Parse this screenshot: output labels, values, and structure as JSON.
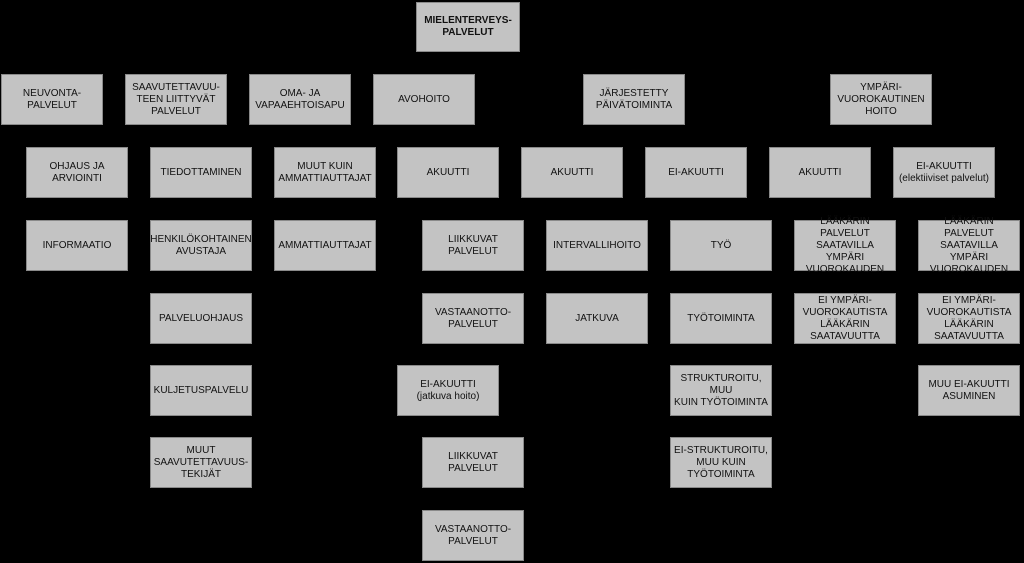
{
  "root": {
    "label": "MIELENTERVEYS-\nPALVELUT"
  },
  "nodes": {
    "neuvonta": "NEUVONTA-\nPALVELUT",
    "saavutettavuus": "SAAVUTETTAVUU-\nTEEN LIITTYVÄT\nPALVELUT",
    "oma_apu": "OMA- JA\nVAPAAEHTOISAPU",
    "avohoito": "AVOHOITO",
    "paivatoiminta": "JÄRJESTETTY\nPÄIVÄTOIMINTA",
    "ymparivuorokautinen": "YMPÄRI-\nVUOROKAUTINEN\nHOITO",
    "ohjaus": "OHJAUS JA ARVIOINTI",
    "informaatio": "INFORMAATIO",
    "tiedottaminen": "TIEDOTTAMINEN",
    "henkilokohtainen": "HENKILÖKOHTAINEN\nAVUSTAJA",
    "palveluohjaus": "PALVELUOHJAUS",
    "kuljetus": "KULJETUSPALVELU",
    "muut_tekijat": "MUUT\nSAAVUTETTAVUUS-\nTEKIJÄT",
    "muut_kuin_amm": "MUUT KUIN\nAMMATTIAUTTAJAT",
    "ammattiauttajat": "AMMATTIAUTTAJAT",
    "avo_akuutti": "AKUUTTI",
    "avo_liikkuvat": "LIIKKUVAT PALVELUT",
    "avo_vastaanotto": "VASTAANOTTO-\nPALVELUT",
    "avo_ei_akuutti": "EI-AKUUTTI\n(jatkuva hoito)",
    "avo_liikkuvat2": "LIIKKUVAT PALVELUT",
    "avo_vastaanotto2": "VASTAANOTTO-\nPALVELUT",
    "pt_akuutti": "AKUUTTI",
    "intervallihoito": "INTERVALLIHOITO",
    "jatkuva": "JATKUVA",
    "pt_ei_akuutti": "EI-AKUUTTI",
    "tyo": "TYÖ",
    "tyotoiminta": "TYÖTOIMINTA",
    "strukturoitu": "STRUKTUROITU, MUU\nKUIN TYÖTOIMINTA",
    "ei_strukturoitu": "EI-STRUKTUROITU,\nMUU KUIN\nTYÖTOIMINTA",
    "yv_akuutti": "AKUUTTI",
    "yv_laakari1": "LÄÄKÄRIN PALVELUT\nSAATAVILLA YMPÄRI\nVUOROKAUDEN",
    "yv_ei_laakari1": "EI YMPÄRI-\nVUOROKAUTISTA\nLÄÄKÄRIN\nSAATAVUUTTA",
    "yv_ei_akuutti": "EI-AKUUTTI\n(elektiiviset palvelut)",
    "yv_laakari2": "LÄÄKÄRIN PALVELUT\nSAATAVILLA YMPÄRI\nVUOROKAUDEN",
    "yv_ei_laakari2": "EI YMPÄRI-\nVUOROKAUTISTA\nLÄÄKÄRIN\nSAATAVUUTTA",
    "muu_asuminen": "MUU EI-AKUUTTI\nASUMINEN"
  }
}
